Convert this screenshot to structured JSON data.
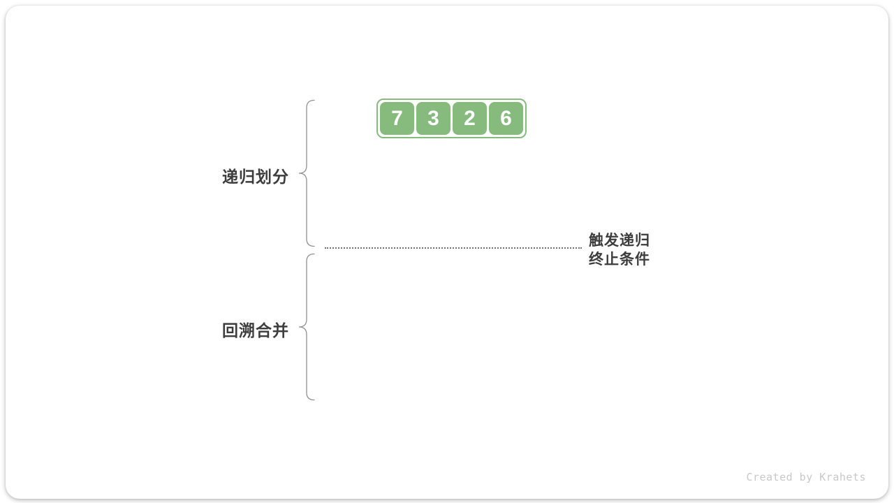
{
  "watermark": "Created by Krahets",
  "array": {
    "values": [
      "7",
      "3",
      "2",
      "6"
    ]
  },
  "labels": {
    "recursive_partition": "递归划分",
    "backtrack_merge": "回溯合并",
    "termination_line1": "触发递归",
    "termination_line2": "终止条件"
  },
  "colors": {
    "cell_green": "#87BB7E",
    "label_text": "#3D3D3D",
    "brace_stroke": "#909090",
    "dotted_line": "#707070",
    "watermark_text": "#C8C8C8"
  }
}
